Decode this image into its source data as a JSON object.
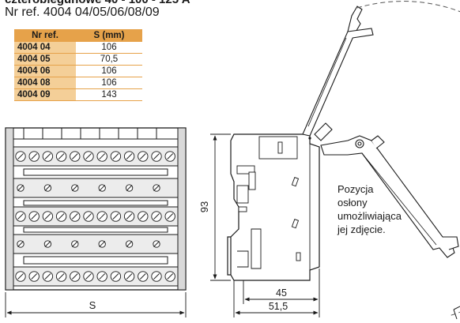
{
  "header": {
    "title": "czterobiegunowe 40 - 100 - 125 A",
    "subtitle": "Nr ref. 4004 04/05/06/08/09"
  },
  "table": {
    "headers": [
      "Nr ref.",
      "S (mm)"
    ],
    "rows": [
      {
        "ref": "4004 04",
        "s": "106"
      },
      {
        "ref": "4004 05",
        "s": "70,5"
      },
      {
        "ref": "4004 06",
        "s": "106"
      },
      {
        "ref": "4004 08",
        "s": "106"
      },
      {
        "ref": "4004 09",
        "s": "143"
      }
    ]
  },
  "dimensions": {
    "width_label": "S",
    "height_label": "93",
    "depth_inner": "45",
    "depth_outer": "51,5"
  },
  "note": {
    "lines": [
      "Pozycja",
      "osłony",
      "umożliwiająca",
      "jej zdjęcie."
    ]
  },
  "colors": {
    "table_header": "#e6a24a",
    "table_ref_cell": "#f4cf98",
    "line": "#1a1a1a",
    "body_fill": "#d9d9d9",
    "dash": "#555555"
  }
}
